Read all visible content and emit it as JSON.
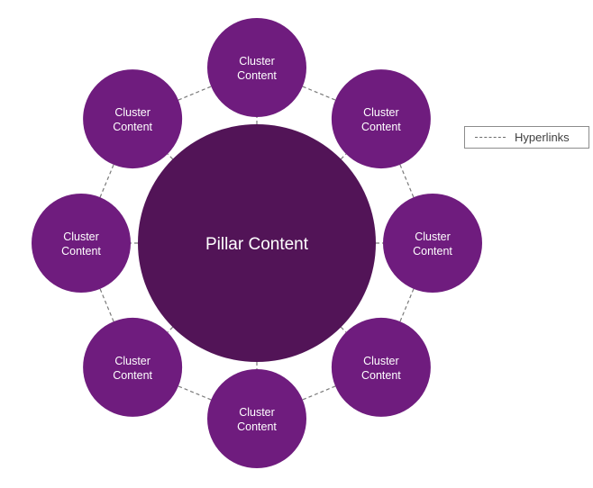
{
  "pillar": {
    "label": "Pillar Content",
    "color": "#521457"
  },
  "clusters": [
    {
      "line1": "Cluster",
      "line2": "Content"
    },
    {
      "line1": "Cluster",
      "line2": "Content"
    },
    {
      "line1": "Cluster",
      "line2": "Content"
    },
    {
      "line1": "Cluster",
      "line2": "Content"
    },
    {
      "line1": "Cluster",
      "line2": "Content"
    },
    {
      "line1": "Cluster",
      "line2": "Content"
    },
    {
      "line1": "Cluster",
      "line2": "Content"
    },
    {
      "line1": "Cluster",
      "line2": "Content"
    }
  ],
  "cluster_color": "#6f1c7e",
  "link_color": "#7a7a7a",
  "legend": {
    "label": "Hyperlinks"
  }
}
